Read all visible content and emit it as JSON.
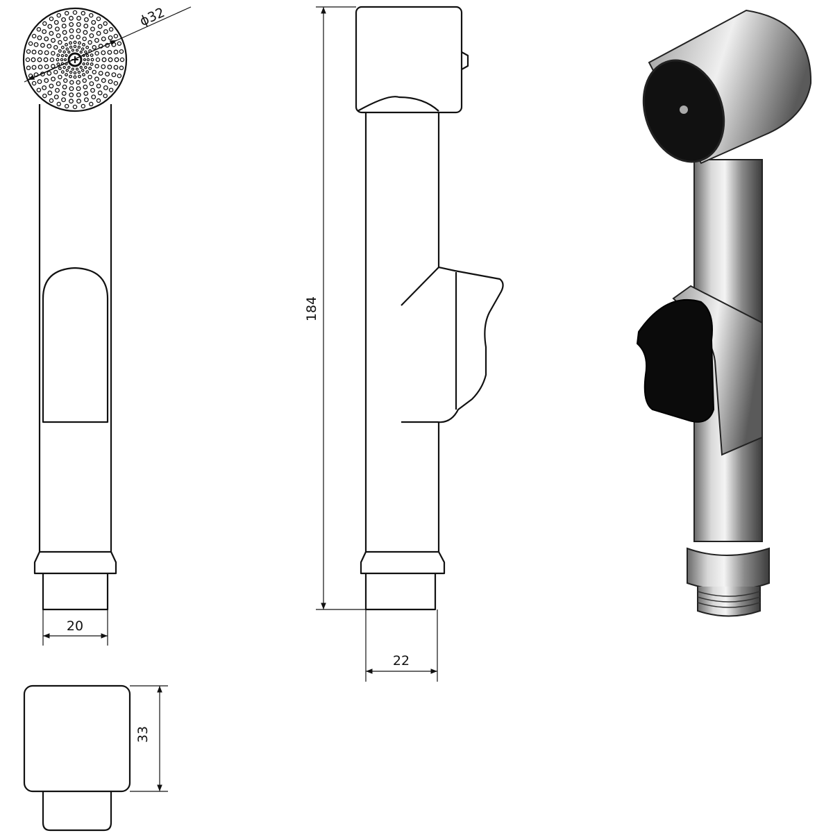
{
  "dimensions": {
    "head_diameter": "ϕ32",
    "total_height": "184",
    "front_base_width": "20",
    "side_base_width": "22",
    "bottom_view_depth": "33"
  },
  "colors": {
    "line": "#111111",
    "metal_light": "#e8e8e8",
    "metal_dark": "#555555",
    "trigger": "#0b0b0b"
  }
}
